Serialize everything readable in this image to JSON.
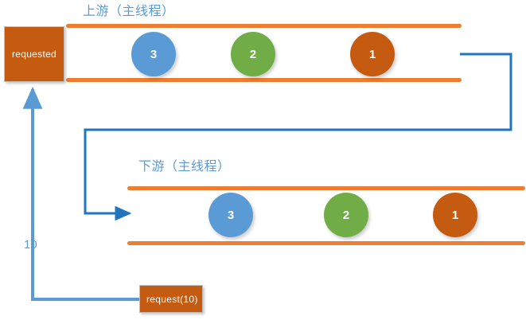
{
  "diagram": {
    "title_upstream": "上游（主线程）",
    "title_downstream": "下游（主线程）",
    "colors": {
      "rail_orange": "#ED7D31",
      "box_orange": "#C55A11",
      "token_blue": "#5B9BD5",
      "token_green": "#70AD47",
      "token_orange": "#C55A11",
      "arrow_blue": "#1F76BC",
      "title_blue": "#5B9BD5"
    },
    "boxes": {
      "requested_label": "requested",
      "request_call_label": "request(10)"
    },
    "labels": {
      "demand_count": "10"
    },
    "upstream_tokens": [
      {
        "value": "3",
        "color": "blue"
      },
      {
        "value": "2",
        "color": "green"
      },
      {
        "value": "1",
        "color": "orange"
      }
    ],
    "downstream_tokens": [
      {
        "value": "3",
        "color": "blue"
      },
      {
        "value": "2",
        "color": "green"
      },
      {
        "value": "1",
        "color": "orange"
      }
    ]
  }
}
